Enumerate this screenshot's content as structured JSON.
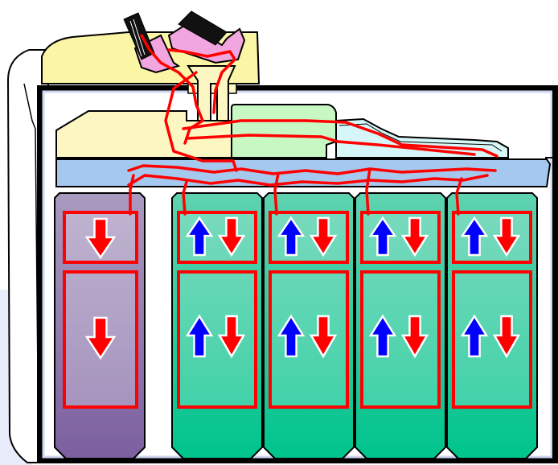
{
  "diagram": {
    "colors": {
      "background": "#ffffff",
      "outline": "#000000",
      "frame_shadow": "#cfd6f2",
      "top_unit": "#fbf5a6",
      "paper_tray_pink": "#f2a6e0",
      "inner_feeder": "#fcf7c2",
      "green_module": "#c7f7c3",
      "light_blue_module": "#d6f7f8",
      "transport_bar": "#a5c8ee",
      "tray_purple_top": "#a99ac0",
      "tray_purple_bottom": "#7b5f9f",
      "tray_green_top": "#5fd2b0",
      "tray_green_bottom": "#00c48c",
      "paper_path_red": "#ff0000",
      "arrow_down_red": "#ff0000",
      "arrow_up_blue": "#0000ff",
      "inner_panel_fill": "#ffffff"
    },
    "left_tray": {
      "name": "single-direction-tray",
      "slots": [
        {
          "slot": "upper",
          "arrows": [
            "down-red"
          ]
        },
        {
          "slot": "lower",
          "arrows": [
            "down-red"
          ]
        }
      ]
    },
    "bidirectional_trays": [
      {
        "index": 1,
        "slots": [
          {
            "slot": "upper",
            "arrows": [
              "up-blue",
              "down-red"
            ]
          },
          {
            "slot": "lower",
            "arrows": [
              "up-blue",
              "down-red"
            ]
          }
        ]
      },
      {
        "index": 2,
        "slots": [
          {
            "slot": "upper",
            "arrows": [
              "up-blue",
              "down-red"
            ]
          },
          {
            "slot": "lower",
            "arrows": [
              "up-blue",
              "down-red"
            ]
          }
        ]
      },
      {
        "index": 3,
        "slots": [
          {
            "slot": "upper",
            "arrows": [
              "up-blue",
              "down-red"
            ]
          },
          {
            "slot": "lower",
            "arrows": [
              "up-blue",
              "down-red"
            ]
          }
        ]
      },
      {
        "index": 4,
        "slots": [
          {
            "slot": "upper",
            "arrows": [
              "up-blue",
              "down-red"
            ]
          },
          {
            "slot": "lower",
            "arrows": [
              "up-blue",
              "down-red"
            ]
          }
        ]
      }
    ],
    "icons": [
      "paper-path-line",
      "down-arrow-icon",
      "up-arrow-icon",
      "paper-stack-icon"
    ]
  }
}
